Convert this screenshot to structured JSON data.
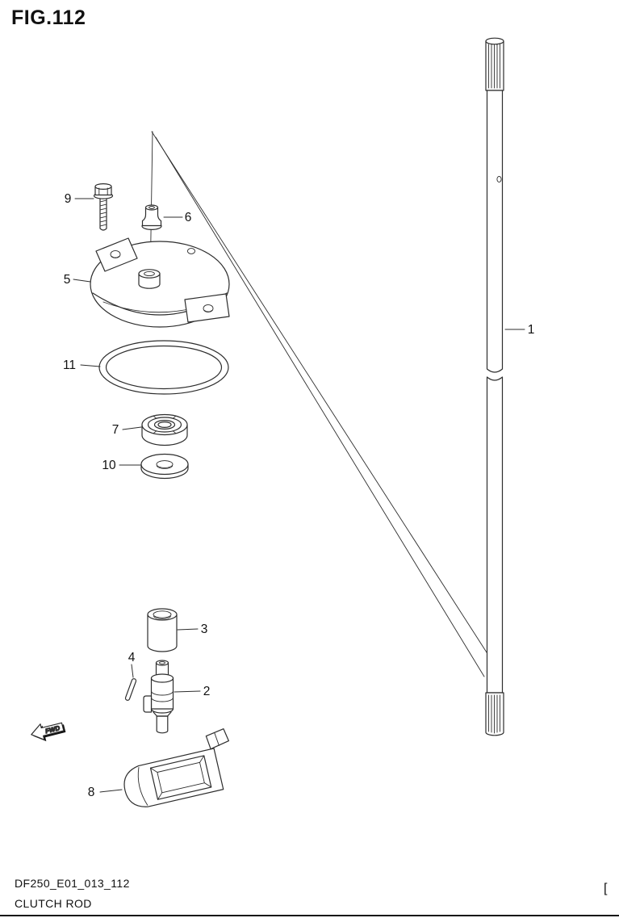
{
  "figure": {
    "title": "FIG.112",
    "code": "DF250_E01_013_112",
    "caption": "CLUTCH ROD",
    "corner_bracket": "["
  },
  "fwd_marker": {
    "label": "FWD"
  },
  "labels": {
    "n1": "1",
    "n2": "2",
    "n3": "3",
    "n4": "4",
    "n5": "5",
    "n6": "6",
    "n7": "7",
    "n8": "8",
    "n9": "9",
    "n10": "10",
    "n11": "11"
  },
  "colors": {
    "line": "#2d2d2d",
    "text": "#111111",
    "background": "#ffffff"
  }
}
